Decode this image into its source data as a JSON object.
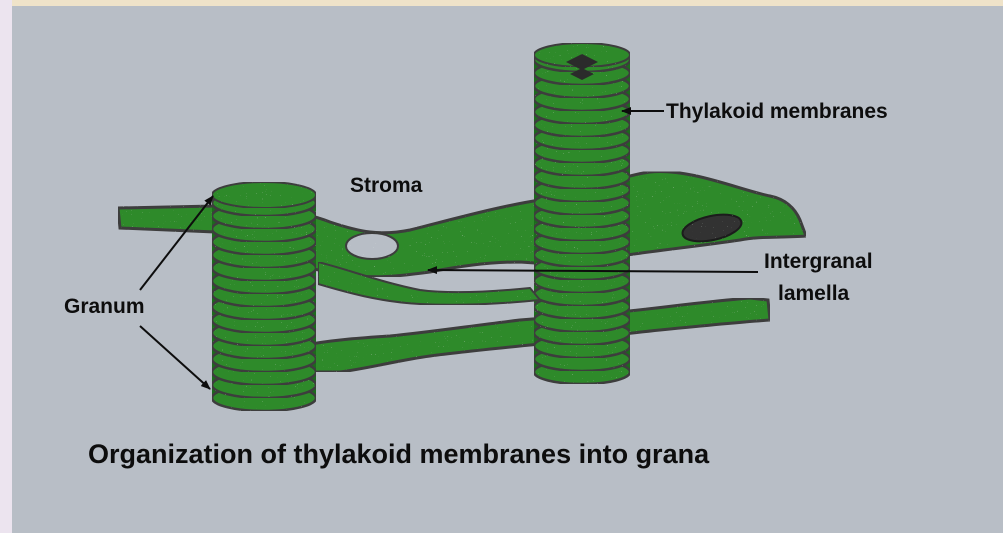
{
  "diagram": {
    "labels": {
      "thylakoid": "Thylakoid membranes",
      "stroma": "Stroma",
      "intergranal_line1": "Intergranal",
      "intergranal_line2": "lamella",
      "granum": "Granum"
    },
    "caption": "Organization of thylakoid membranes into grana"
  },
  "colors": {
    "background": "#b8bec6",
    "membrane_green": "#2f8a2c",
    "membrane_dark": "#1f6b1e",
    "rim": "#3c3c3c",
    "speckle": "#bfe0b8",
    "text": "#0d0d0d"
  }
}
